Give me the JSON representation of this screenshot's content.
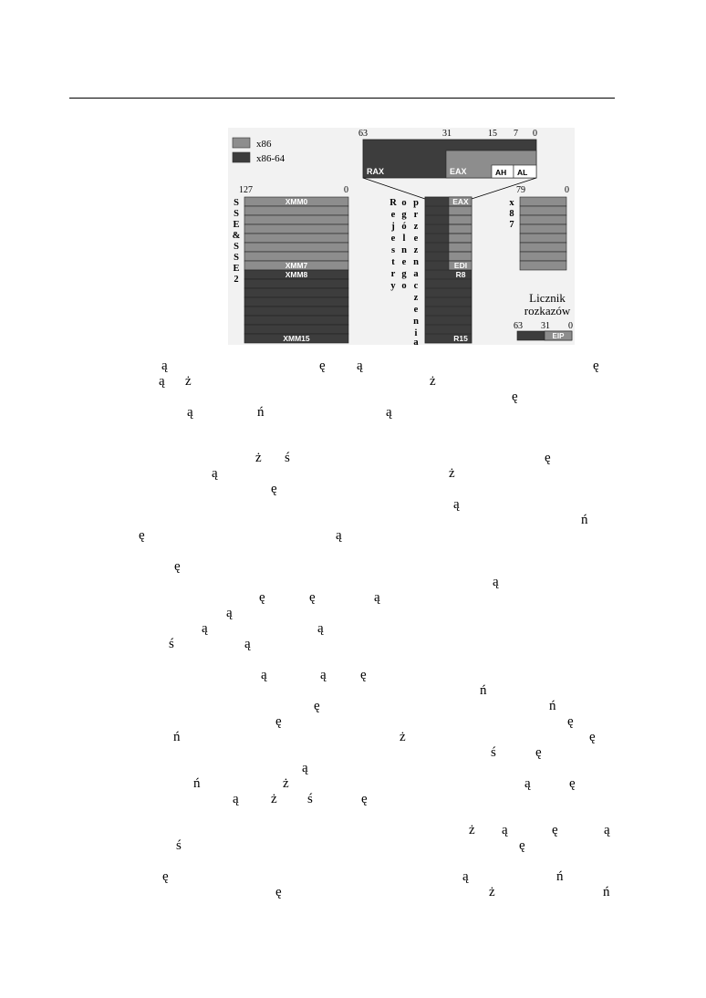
{
  "legend": {
    "items": [
      {
        "label": "x86",
        "color": "#8d8d8d"
      },
      {
        "label": "x86-64",
        "color": "#3d3d3d"
      }
    ]
  },
  "rax_block": {
    "bit_labels": [
      "63",
      "31",
      "15",
      "7",
      "0"
    ],
    "rax_label": "RAX",
    "eax_label": "EAX",
    "ah_label": "AH",
    "al_label": "AL"
  },
  "sse": {
    "vertical_label": [
      "S",
      "S",
      "E",
      "&",
      "S",
      "S",
      "E",
      "2"
    ],
    "bit_left": "127",
    "bit_right": "0",
    "xmm0": "XMM0",
    "xmm7": "XMM7",
    "xmm8": "XMM8",
    "xmm15": "XMM15"
  },
  "gpr": {
    "vertical_label_1": [
      "R",
      "e",
      "j",
      "e",
      "s",
      "t",
      "r",
      "y"
    ],
    "vertical_label_2": [
      "o",
      "g",
      "ó",
      "l",
      "n",
      "e",
      "g",
      "o"
    ],
    "vertical_label_3": [
      "p",
      "r",
      "z",
      "e",
      "z",
      "n",
      "a",
      "c",
      "z",
      "e",
      "n",
      "i",
      "a"
    ],
    "eax": "EAX",
    "edi": "EDI",
    "r8": "R8",
    "r15": "R15"
  },
  "x87": {
    "vertical_label": [
      "x",
      "8",
      "7"
    ],
    "bit_left": "79",
    "bit_right": "0"
  },
  "instruction_pointer": {
    "title_line1": "Licznik",
    "title_line2": "rozkazów",
    "bits": [
      "63",
      "31",
      "0"
    ],
    "eip": "EIP"
  },
  "stray_glyphs": [
    "ą",
    "ę",
    "ą",
    "ę",
    "ą",
    "ż",
    "ż",
    "ę",
    "ą",
    "ń",
    "ą",
    "ż",
    "ś",
    "ę",
    "ą",
    "ż",
    "ę",
    "ą",
    "ń",
    "ę",
    "ą",
    "ę",
    "ą",
    "ę",
    "ę",
    "ą",
    "ą",
    "ą",
    "ą",
    "ś",
    "ą",
    "ą",
    "ą",
    "ę",
    "ń",
    "ę",
    "ń",
    "ę",
    "ę",
    "ń",
    "ż",
    "ę",
    "ś",
    "ę",
    "ą",
    "ń",
    "ż",
    "ą",
    "ę",
    "ą",
    "ż",
    "ś",
    "ę",
    "ż",
    "ą",
    "ę",
    "ą",
    "ś",
    "ę",
    "ę",
    "ą",
    "ń",
    "ę",
    "ż",
    "ń"
  ]
}
